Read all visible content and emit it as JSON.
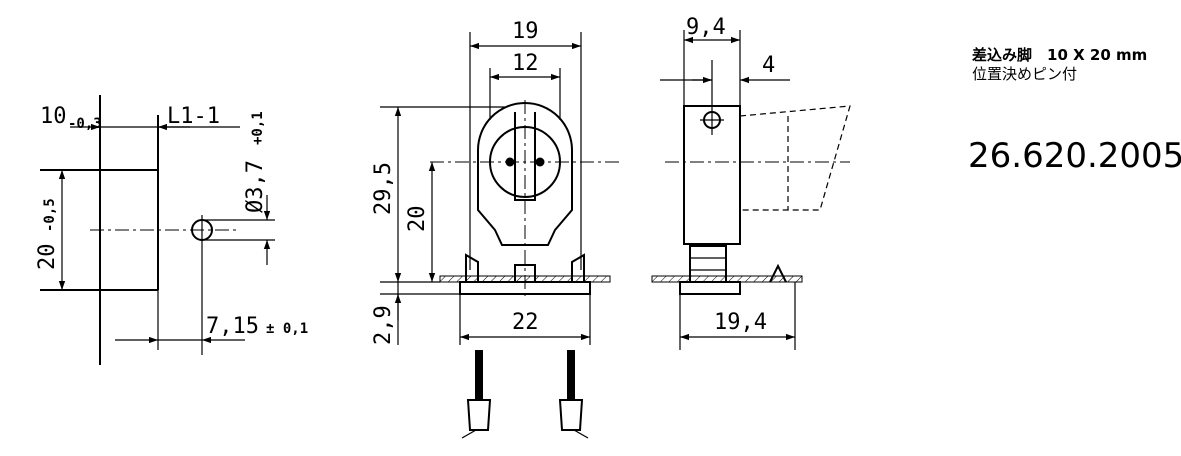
{
  "notes": {
    "pin_spec": "差込み脚　10 X 20 mm",
    "positioning": "位置決めピン付",
    "part_number": "26.620.2005"
  },
  "panel_cutout": {
    "thickness_dim": "10",
    "thickness_tol": "-0,3",
    "cutout_label": "L1-1",
    "height_dim": "20",
    "height_tol": "-0,5",
    "hole_dim": "Ø3,7",
    "hole_tol": "+0,1",
    "offset_dim": "7,15",
    "offset_tol": "± 0,1"
  },
  "front_view": {
    "width_outer": "19",
    "width_inner": "12",
    "height_total": "29,5",
    "height_center": "20",
    "base_height": "2,9",
    "base_width": "22"
  },
  "side_view": {
    "depth_top": "9,4",
    "pin_offset": "4",
    "depth_base": "19,4"
  }
}
